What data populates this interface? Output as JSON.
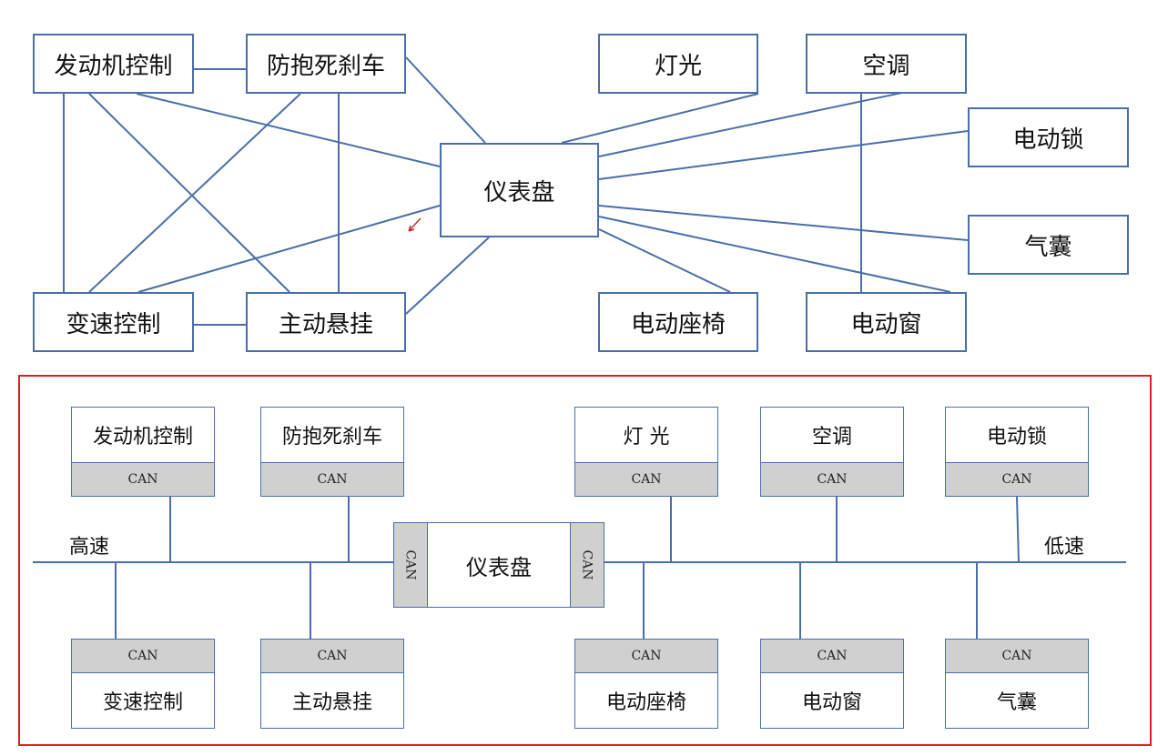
{
  "top_diagram": {
    "nodes": {
      "engine": "发动机控制",
      "abs": "防抱死刹车",
      "light": "灯光",
      "ac": "空调",
      "lock": "电动锁",
      "dashboard": "仪表盘",
      "airbag": "气囊",
      "gearbox": "变速控制",
      "suspension": "主动悬挂",
      "seat": "电动座椅",
      "window": "电动窗"
    }
  },
  "bottom_diagram": {
    "can_label": "CAN",
    "high_speed_label": "高速",
    "low_speed_label": "低速",
    "dashboard": "仪表盘",
    "top_nodes": [
      "发动机控制",
      "防抱死刹车",
      "灯 光",
      "空调",
      "电动锁"
    ],
    "bottom_nodes": [
      "变速控制",
      "主动悬挂",
      "电动座椅",
      "电动窗",
      "气囊"
    ]
  },
  "colors": {
    "line": "#4a6ea8",
    "frame": "#e02020",
    "can_fill": "#d0d0d0"
  }
}
